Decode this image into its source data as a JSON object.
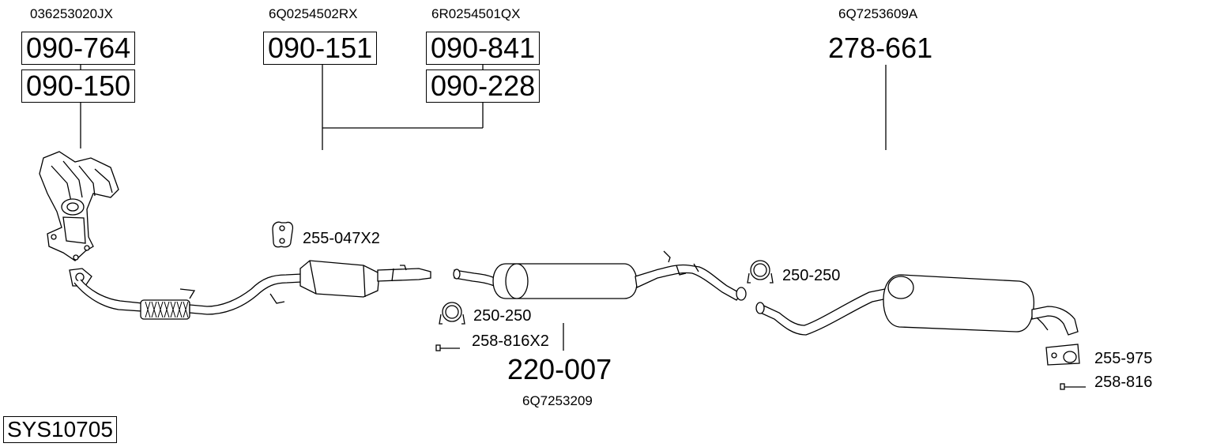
{
  "system_code": "SYS10705",
  "groups": {
    "manifold": {
      "oem": "036253020JX",
      "parts": [
        "090-764",
        "090-150"
      ]
    },
    "cat_front": {
      "oem": "6Q0254502RX",
      "parts": [
        "090-151"
      ]
    },
    "cat_alt": {
      "oem": "6R0254501QX",
      "parts": [
        "090-841",
        "090-228"
      ]
    },
    "rear_box": {
      "oem": "6Q7253609A",
      "part": "278-661"
    },
    "middle_box": {
      "oem": "6Q7253209",
      "part": "220-007"
    }
  },
  "accessories": {
    "hanger_front": "255-047X2",
    "clamp_middle": "250-250",
    "bolt_middle": "258-816X2",
    "clamp_rear": "250-250",
    "hanger_rear": "255-975",
    "bolt_rear": "258-816"
  }
}
